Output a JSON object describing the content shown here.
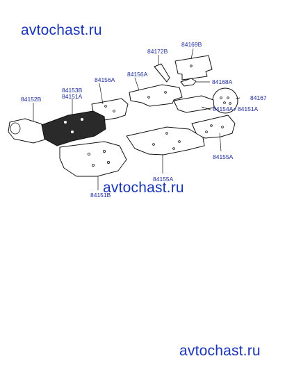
{
  "watermark": {
    "text": "avtochast.ru"
  },
  "labels": {
    "p84169B": "84169B",
    "p84172B": "84172B",
    "p84168A": "84168A",
    "p84167": "84167",
    "p84156A_left": "84156A",
    "p84156A_right": "84156A",
    "p84153B": "84153B",
    "p84151A_top": "84151A",
    "p84152B": "84152B",
    "p84154A_84151A": "84154A / 84151A",
    "p84155A_right": "84155A",
    "p84155A_center": "84155A",
    "p84151B": "84151B"
  }
}
